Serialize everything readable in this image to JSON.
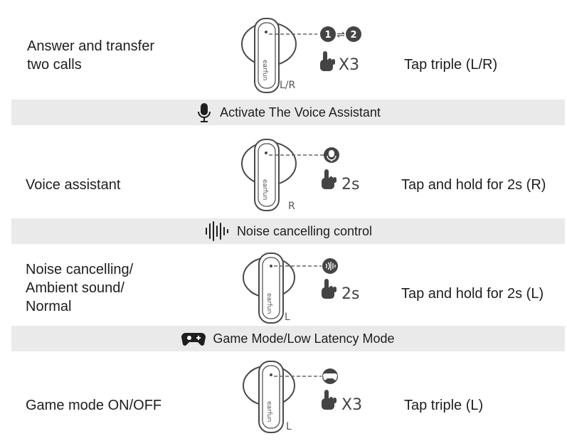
{
  "rows": [
    {
      "label": "Answer and transfer",
      "label2": "two calls",
      "action": "Tap triple (L/R)",
      "side": "L/R",
      "gesture": "X3",
      "brand": "earfun",
      "icon": "phone-switch-icon"
    },
    {
      "label": "Voice assistant",
      "action": "Tap and hold for 2s (R)",
      "side": "R",
      "gesture": "2s",
      "brand": "earfun",
      "icon": "mic-icon"
    },
    {
      "label": "Noise cancelling/",
      "label2": "Ambient sound/",
      "label3": "Normal",
      "action": "Tap and hold for 2s (L)",
      "side": "L",
      "gesture": "2s",
      "brand": "earfun",
      "icon": "noise-cancel-icon"
    },
    {
      "label": "Game mode ON/OFF",
      "action": "Tap triple (L)",
      "side": "L",
      "gesture": "X3",
      "brand": "earfun",
      "icon": "gamepad-icon"
    }
  ],
  "bands": [
    {
      "text": "Activate The Voice Assistant",
      "icon": "microphone-icon"
    },
    {
      "text": "Noise cancelling control",
      "icon": "sound-wave-icon"
    },
    {
      "text": "Game Mode/Low Latency Mode",
      "icon": "gamepad-icon"
    }
  ],
  "call_icons": {
    "first": "1",
    "second": "2"
  }
}
